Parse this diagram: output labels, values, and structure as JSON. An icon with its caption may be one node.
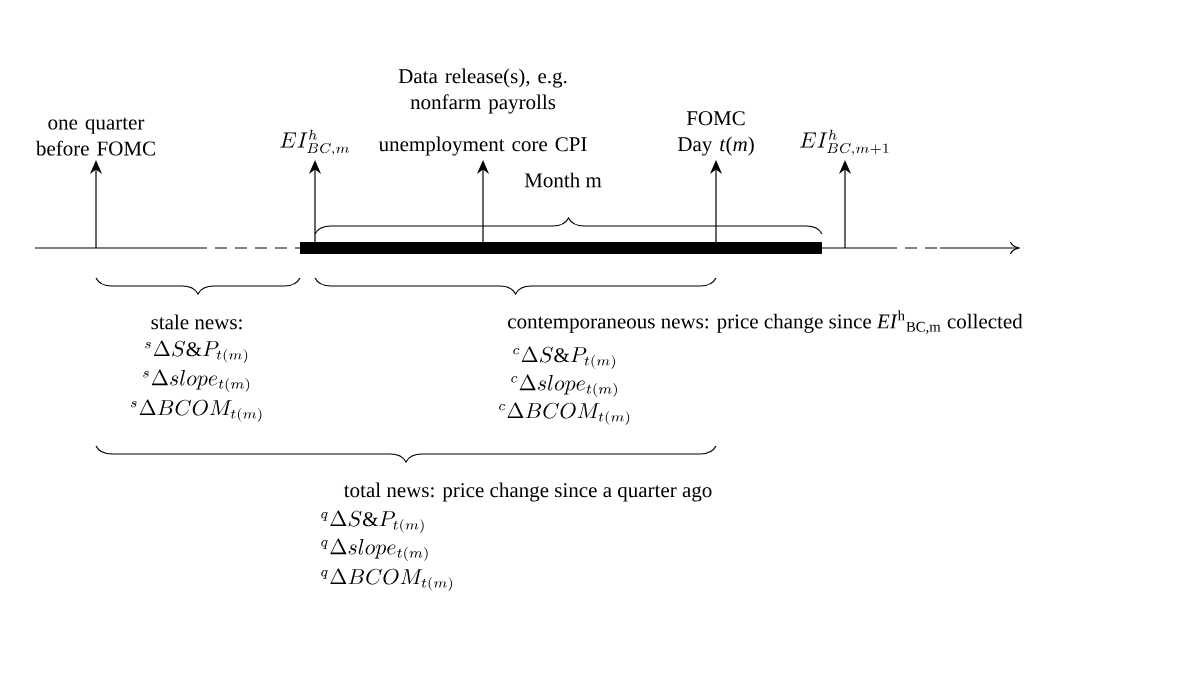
{
  "diagram": {
    "nodes": [
      {
        "text": [
          "one quarter before FOMC"
        ]
      },
      {
        "text": [
          "EI^h_{BC,m}"
        ]
      },
      {
        "text": [
          "Data release(s), e.g. nonfarm payrolls",
          "unemployment core CPI"
        ]
      },
      {
        "text": [
          "FOMC Day *t*(*m*)"
        ]
      },
      {
        "text": [
          "EI^h_{BC,m+1}"
        ]
      }
    ],
    "edges": [
      {
        "from": null,
        "to": 0,
        "arrow": "to"
      },
      {
        "from": null,
        "to": 1,
        "arrow": "to"
      },
      {
        "from": null,
        "to": 2,
        "arrow": "to"
      },
      {
        "from": null,
        "to": 3,
        "arrow": "to"
      },
      {
        "from": null,
        "to": 4,
        "arrow": "to"
      }
    ],
    "labels": [
      "Month m",
      "stale news:",
      "{}^{s}\\Delta S\\&P_{t(m)}",
      "{}^{s}\\Delta slope_{t(m)}",
      "{}^{s}\\Delta BCOM_{t(m)}",
      "contemporaneous news: price change since *EI*$^{h}$$_{BC,m}$ collected",
      "{}^{c}\\Delta S\\&P_{t(m)}",
      "{}^{c}\\Delta slope_{t(m)}",
      "{}^{c}\\Delta BCOM_{t(m)}",
      "total news: price change since a quarter ago",
      "{}^{q}\\Delta S\\&P_{t(m)}",
      "{}^{q}\\Delta slope_{t(m)}",
      "{}^{q}\\Delta BCOM_{t(m)}"
    ]
  }
}
